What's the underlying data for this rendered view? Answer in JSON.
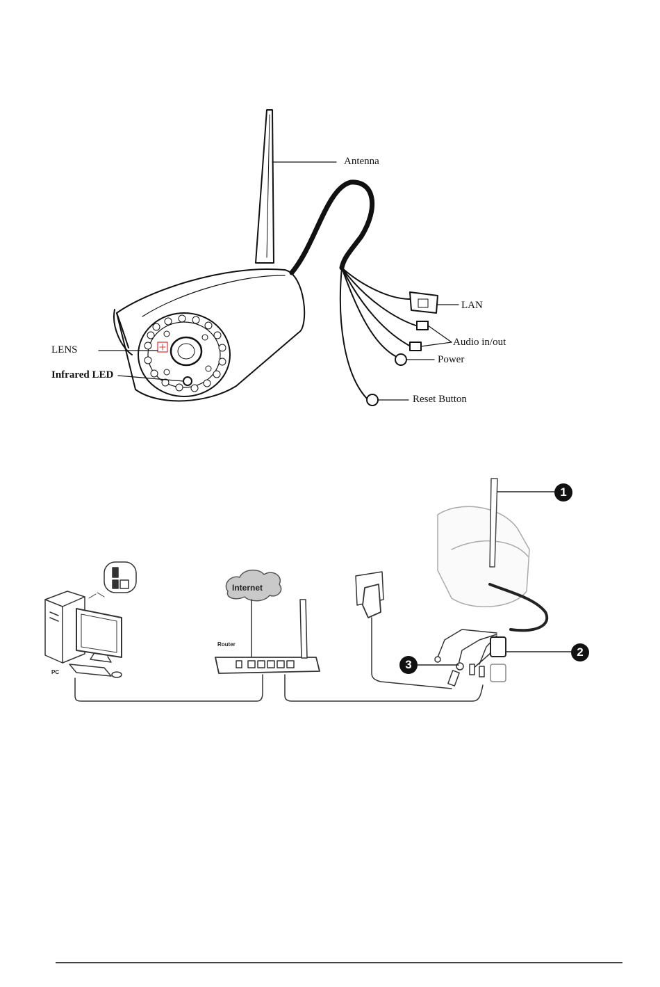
{
  "camera_parts": {
    "antenna": "Antenna",
    "lan": "LAN",
    "audio": "Audio in/out",
    "power": "Power",
    "reset": "Reset Button",
    "lens": "LENS",
    "infrared": "Infrared LED"
  },
  "connection": {
    "internet": "Internet",
    "router": "Router",
    "pc": "PC",
    "markers": [
      "1",
      "2",
      "3"
    ]
  }
}
